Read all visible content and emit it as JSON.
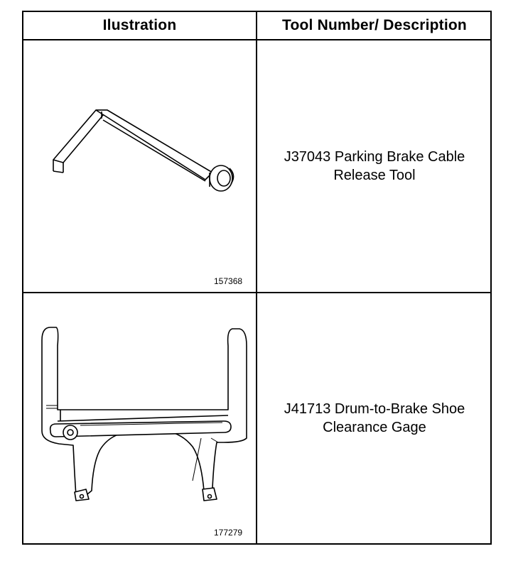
{
  "table": {
    "headers": {
      "illustration": "Ilustration",
      "description": "Tool Number/ Description"
    },
    "rows": [
      {
        "figure_number": "157368",
        "description_line1": "J37043 Parking Brake Cable",
        "description_line2": "Release Tool",
        "icon": "parking-brake-cable-release-tool-icon"
      },
      {
        "figure_number": "177279",
        "description_line1": "J41713 Drum-to-Brake Shoe",
        "description_line2": "Clearance Gage",
        "icon": "drum-to-brake-shoe-clearance-gage-icon"
      }
    ]
  }
}
